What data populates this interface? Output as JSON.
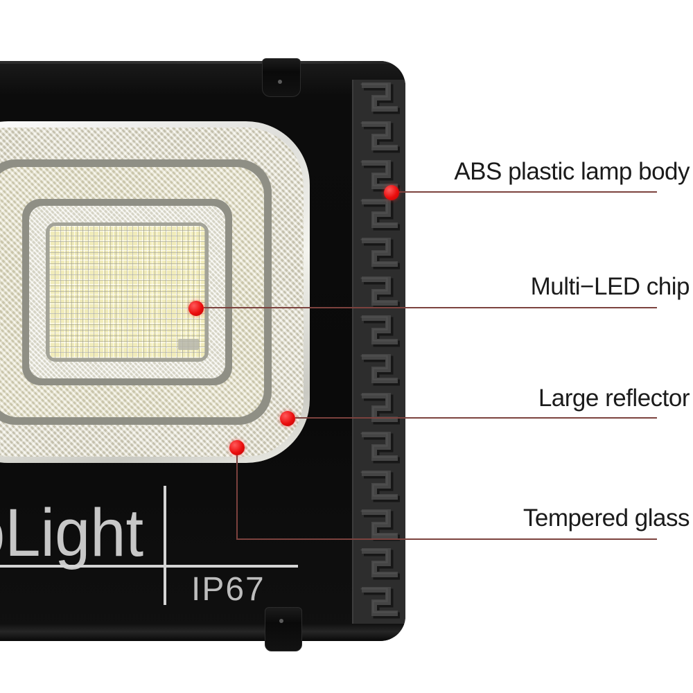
{
  "title": "LED floodlight parts callout diagram",
  "product": {
    "brand_partial": "oLight",
    "rating_label": "IP67"
  },
  "annotations": [
    {
      "label": "ABS plastic lamp body"
    },
    {
      "label": "Multi−LED chip"
    },
    {
      "label": "Large reflector"
    },
    {
      "label": "Tempered glass"
    }
  ],
  "colors": {
    "background": "#ffffff",
    "callout_dot": "#ea0d0d",
    "leader_line": "#7c423e",
    "label_text": "#1b1b1b",
    "lamp_body": "#0c0c0c",
    "side_ribs": "#2d2d2d",
    "led_panel": "#f1ecba",
    "reflector_ring": "#e6e3d0",
    "brand_text": "#c7c7c7",
    "divider_line": "#d4d4d4"
  },
  "icons": {
    "side_pattern": "greek-key-heat-fin"
  }
}
